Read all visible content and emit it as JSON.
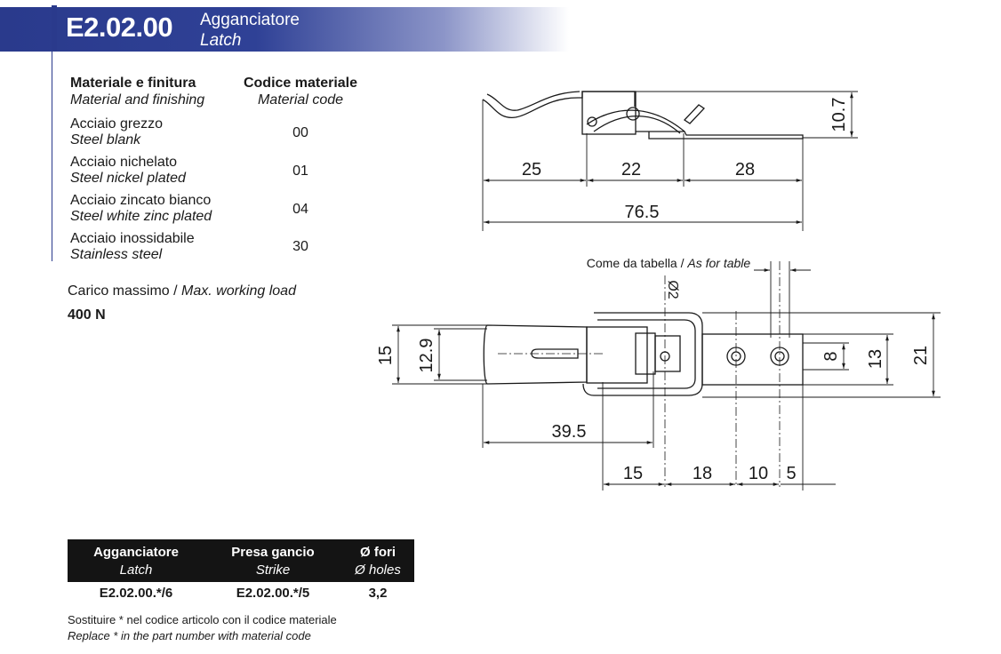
{
  "header": {
    "code": "E2.02.00",
    "name_it": "Agganciatore",
    "name_en": "Latch",
    "color": "#2a3a8c"
  },
  "materials": {
    "col1_title_it": "Materiale e finitura",
    "col1_title_en": "Material and finishing",
    "col2_title_it": "Codice materiale",
    "col2_title_en": "Material code",
    "rows": [
      {
        "it": "Acciaio grezzo",
        "en": "Steel blank",
        "code": "00"
      },
      {
        "it": "Acciaio nichelato",
        "en": "Steel nickel plated",
        "code": "01"
      },
      {
        "it": "Acciaio zincato bianco",
        "en": "Steel white zinc plated",
        "code": "04"
      },
      {
        "it": "Acciaio inossidabile",
        "en": "Stainless steel",
        "code": "30"
      }
    ]
  },
  "load": {
    "label_it": "Carico massimo / ",
    "label_en": "Max. working load",
    "value": "400 N"
  },
  "drawing": {
    "side_dims": {
      "d1": "25",
      "d2": "22",
      "d3": "28",
      "total": "76.5",
      "height": "10.7"
    },
    "top_dims": {
      "note_it": "Come da tabella / ",
      "note_en": "As for table",
      "pin": "Ø2",
      "h15": "15",
      "h129": "12.9",
      "len395": "39.5",
      "b15": "15",
      "b18": "18",
      "b10": "10",
      "b5": "5",
      "h8": "8",
      "h13": "13",
      "h21": "21"
    }
  },
  "table": {
    "headers": [
      {
        "it": "Agganciatore",
        "en": "Latch"
      },
      {
        "it": "Presa gancio",
        "en": "Strike"
      },
      {
        "it": "Ø fori",
        "en": "Ø holes"
      }
    ],
    "row": [
      "E2.02.00.*/6",
      "E2.02.00.*/5",
      "3,2"
    ]
  },
  "notes": {
    "it": "Sostituire * nel codice articolo con il codice materiale",
    "en": "Replace * in the part number with material code"
  }
}
